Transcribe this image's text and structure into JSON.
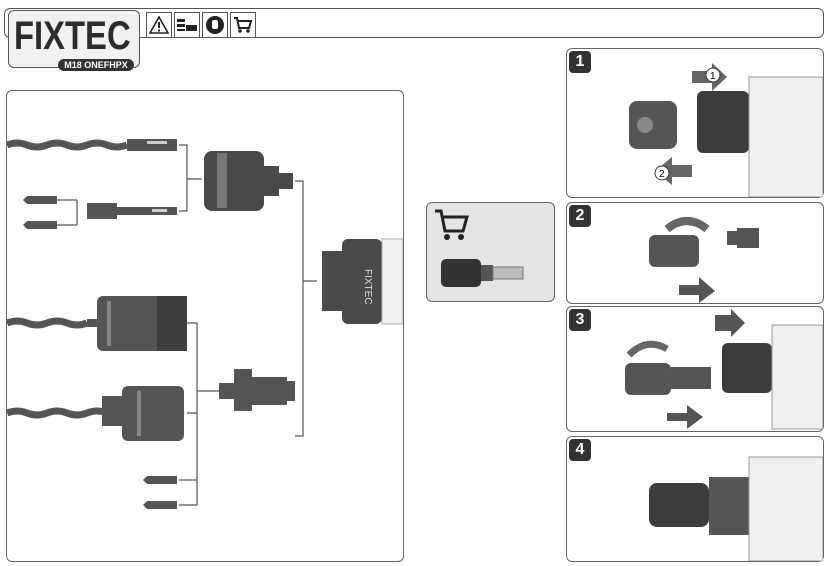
{
  "header": {
    "brand": "FIXTEC",
    "model": "M18 ONEFHPX",
    "icons": [
      "warning-icon",
      "manual-icon",
      "hand-icon",
      "cart-icon"
    ]
  },
  "steps": [
    {
      "number": "1"
    },
    {
      "number": "2"
    },
    {
      "number": "3"
    },
    {
      "number": "4"
    }
  ],
  "step1_markers": [
    "1",
    "2"
  ],
  "drill_label": "FIXTEC"
}
